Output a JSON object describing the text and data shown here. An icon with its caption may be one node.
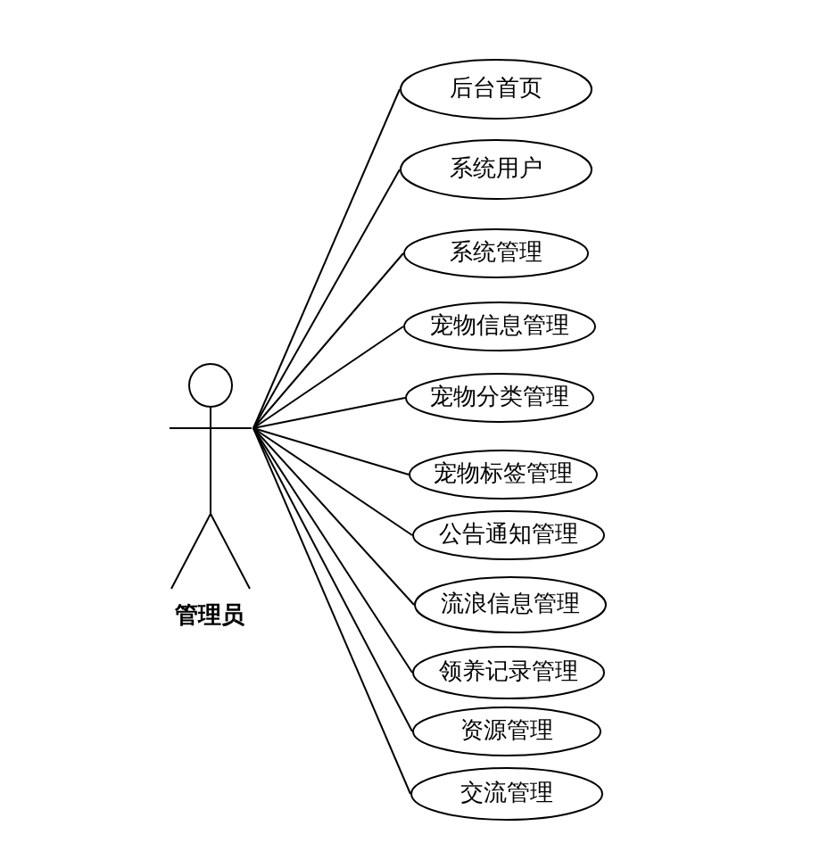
{
  "diagram": {
    "nodes": [
      {
        "text": [
          "管理员"
        ]
      },
      {
        "text": [
          "后台首页"
        ]
      },
      {
        "text": [
          "系统用户"
        ]
      },
      {
        "text": [
          "系统管理"
        ]
      },
      {
        "text": [
          "宠物信息管理"
        ]
      },
      {
        "text": [
          "宠物分类管理"
        ]
      },
      {
        "text": [
          "宠物标签管理"
        ]
      },
      {
        "text": [
          "公告通知管理"
        ]
      },
      {
        "text": [
          "流浪信息管理"
        ]
      },
      {
        "text": [
          "领养记录管理"
        ]
      },
      {
        "text": [
          "资源管理"
        ]
      },
      {
        "text": [
          "交流管理"
        ]
      }
    ],
    "edges": [
      {
        "from": 0,
        "to": 1,
        "arrow": "none"
      },
      {
        "from": 0,
        "to": 2,
        "arrow": "none"
      },
      {
        "from": 0,
        "to": 3,
        "arrow": "none"
      },
      {
        "from": 0,
        "to": 4,
        "arrow": "none"
      },
      {
        "from": 0,
        "to": 5,
        "arrow": "none"
      },
      {
        "from": 0,
        "to": 6,
        "arrow": "none"
      },
      {
        "from": 0,
        "to": 7,
        "arrow": "none"
      },
      {
        "from": 0,
        "to": 8,
        "arrow": "none"
      },
      {
        "from": 0,
        "to": 9,
        "arrow": "none"
      },
      {
        "from": 0,
        "to": 10,
        "arrow": "none"
      },
      {
        "from": 0,
        "to": 11,
        "arrow": "none"
      }
    ]
  }
}
